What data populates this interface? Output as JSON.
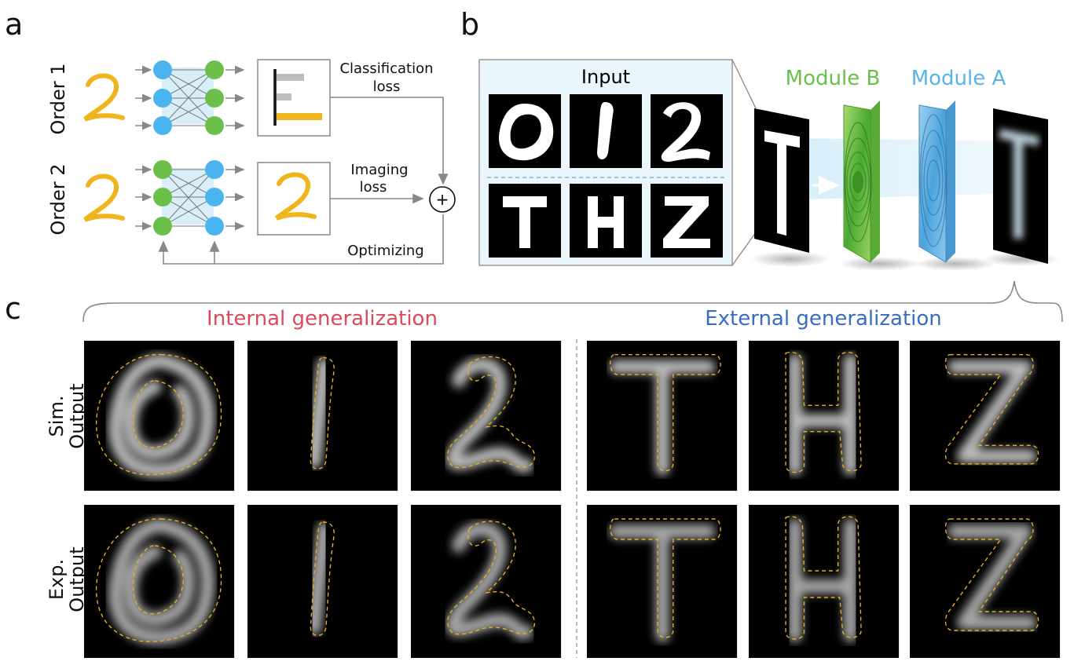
{
  "panels": {
    "a": "a",
    "b": "b",
    "c": "c"
  },
  "panel_a": {
    "order1": "Order 1",
    "order2": "Order 2",
    "classification_loss": [
      "Classification",
      "loss"
    ],
    "imaging_loss": [
      "Imaging",
      "loss"
    ],
    "optimizing": "Optimizing",
    "digit": "2",
    "plus": "+"
  },
  "panel_b": {
    "input_title": "Input",
    "digits": [
      "0",
      "1",
      "2"
    ],
    "letters": [
      "T",
      "H",
      "Z"
    ],
    "module_b": "Module B",
    "module_a": "Module A",
    "input_letter": "T"
  },
  "panel_c": {
    "internal": "Internal generalization",
    "external": "External generalization",
    "sim_output": [
      "Sim.",
      "Output"
    ],
    "exp_output": [
      "Exp.",
      "Output"
    ],
    "chars": [
      "0",
      "1",
      "2",
      "T",
      "H",
      "Z"
    ]
  },
  "colors": {
    "orange": "#f0b41c",
    "blue_node": "#4ab4ee",
    "green_node": "#6cc04a",
    "module_b": "#6cc04a",
    "module_a": "#58b4e8",
    "internal": "#d94a5c",
    "external": "#3a6cc0",
    "outline": "#e8b020"
  }
}
